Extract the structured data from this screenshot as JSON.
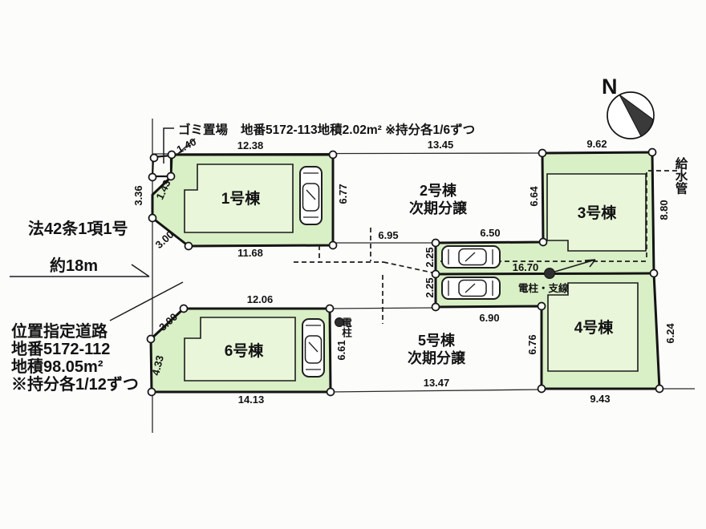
{
  "notes": {
    "garbage": "ゴミ置場",
    "parcel": "地番5172-113地積2.02m² ※持分各1/6ずつ",
    "road_law": "法42条1項1号",
    "road_length": "約18m",
    "road_line1": "位置指定道路",
    "road_line2": "地番5172-112",
    "road_line3": "地積98.05m²",
    "road_line4": "※持分各1/12ずつ",
    "water_pipe": "給水管",
    "pole": "電柱",
    "pole_wire": "電柱・支線",
    "north": "N"
  },
  "lots": {
    "lot1": "1号棟",
    "lot2_l1": "2号棟",
    "lot2_l2": "次期分譲",
    "lot3": "3号棟",
    "lot4": "4号棟",
    "lot5_l1": "5号棟",
    "lot5_l2": "次期分譲",
    "lot6": "6号棟"
  },
  "dimensions": {
    "garbage_width": "1.40",
    "lot1_top": "12.38",
    "lot2_top": "13.45",
    "lot3_top": "9.62",
    "road_frontage": "3.36",
    "garbage_side": "1.43",
    "lot1_corner_cut": "3.00",
    "lot1_right": "6.77",
    "lot1_bottom": "11.68",
    "lot3_left": "6.64",
    "lot3_right": "8.80",
    "gap_width": "6.95",
    "driveway_top": "6.50",
    "driveway_left_upper": "2.25",
    "driveway_left_lower": "2.25",
    "driveway_length": "16.70",
    "driveway_bottom": "6.90",
    "lot6_top": "12.06",
    "lot6_corner_cut": "3.00",
    "lot6_left": "4.33",
    "lot6_right": "6.61",
    "lot6_bottom": "14.13",
    "lot5_bottom": "13.47",
    "lot4_left": "6.76",
    "lot4_right": "6.24",
    "lot4_bottom": "9.43"
  },
  "colors": {
    "lot_fill": "#d9efc6",
    "building_fill": "#e9f6da",
    "line": "#141414",
    "background": "#fcfcfa"
  }
}
